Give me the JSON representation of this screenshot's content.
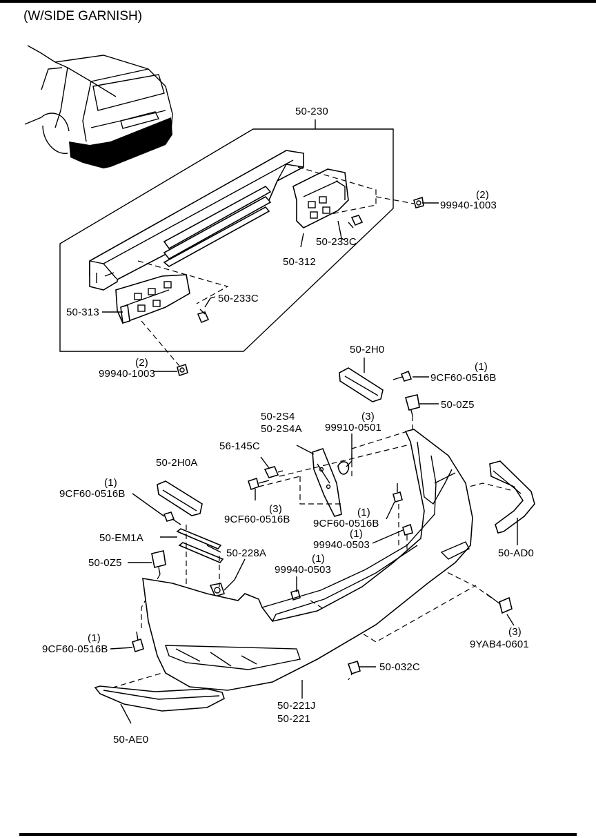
{
  "title": "(W/SIDE GARNISH)",
  "labels": {
    "l50_230": "50-230",
    "l50_312": "50-312",
    "l50_313": "50-313",
    "l50_233c_a": "50-233C",
    "l50_233c_b": "50-233C",
    "q_99940_1003_a": "(2)",
    "p_99940_1003_a": "99940-1003",
    "q_99940_1003_b": "(2)",
    "p_99940_1003_b": "99940-1003",
    "l50_2h0": "50-2H0",
    "q_9cf60_a": "(1)",
    "p_9cf60_a": "9CF60-0516B",
    "l50_0z5_a": "50-0Z5",
    "l50_2s4": "50-2S4",
    "l50_2s4a": "50-2S4A",
    "q_99910": "(3)",
    "p_99910": "99910-0501",
    "l56_145c": "56-145C",
    "l50_2h0a": "50-2H0A",
    "q_9cf60_b": "(1)",
    "p_9cf60_b": "9CF60-0516B",
    "q_9cf60_c": "(3)",
    "p_9cf60_c": "9CF60-0516B",
    "q_9cf60_d": "(1)",
    "p_9cf60_d": "9CF60-0516B",
    "q_99940_0503_a": "(1)",
    "p_99940_0503_a": "99940-0503",
    "l50_em1a": "50-EM1A",
    "l50_0z5_b": "50-0Z5",
    "l50_228a": "50-228A",
    "q_99940_0503_b": "(1)",
    "p_99940_0503_b": "99940-0503",
    "l50_ad0": "50-AD0",
    "q_9cf60_e": "(1)",
    "p_9cf60_e": "9CF60-0516B",
    "q_9yab4": "(3)",
    "p_9yab4": "9YAB4-0601",
    "l50_032c": "50-032C",
    "l50_221j": "50-221J",
    "l50_221": "50-221",
    "l50_ae0": "50-AE0"
  }
}
